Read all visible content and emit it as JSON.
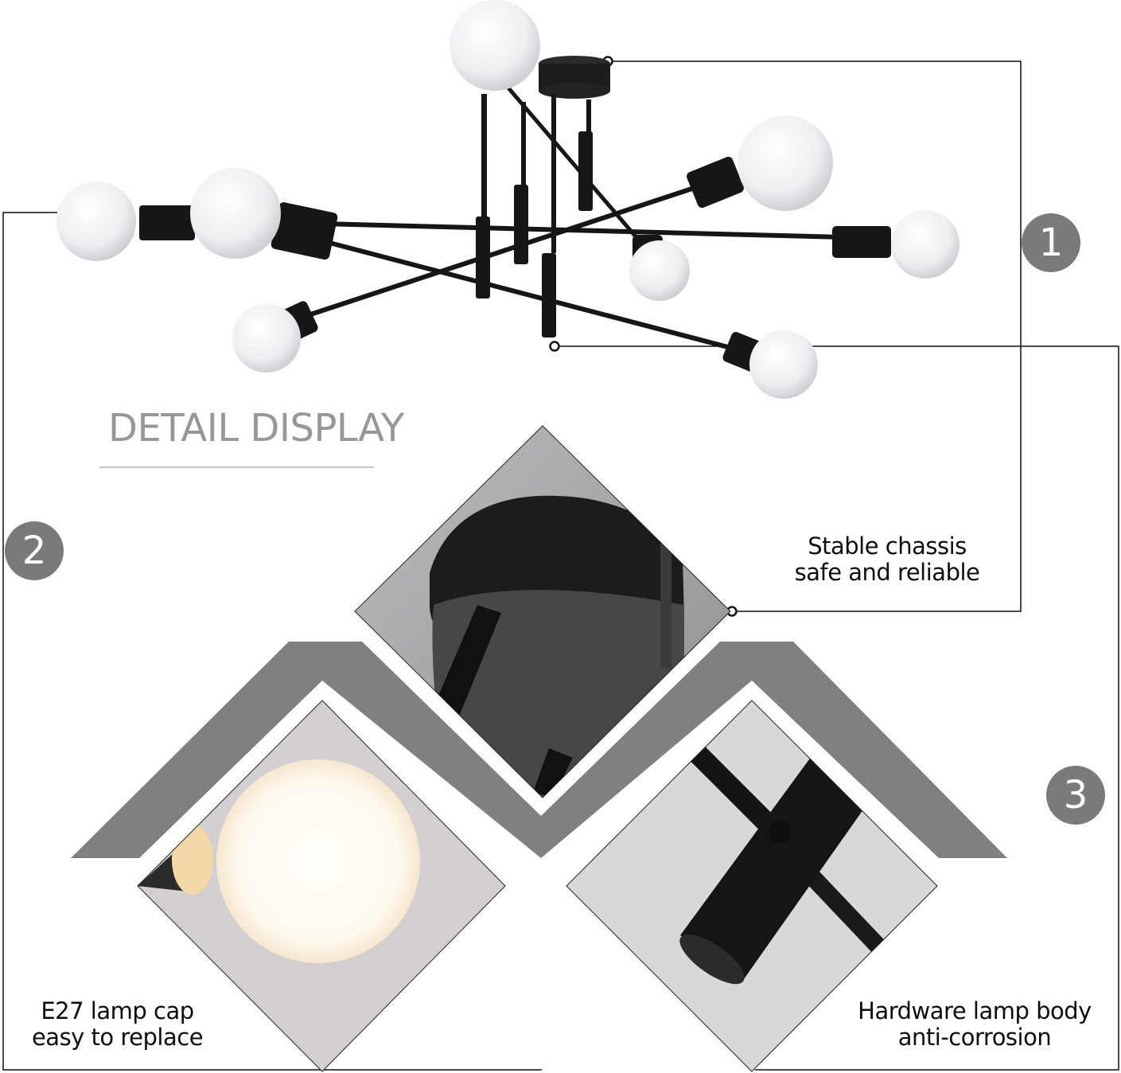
{
  "heading": {
    "title": "DETAIL DISPLAY"
  },
  "product": {
    "name": "ceiling-light-fixture",
    "bulb_count": 8,
    "colors": {
      "metal": "#1a1a1a",
      "bulb": "#f2f2f4",
      "accent_grey": "#808080",
      "badge": "#7a7a7a",
      "heading": "#979797"
    }
  },
  "callouts": [
    {
      "number": "1",
      "line1": "Stable chassis",
      "line2": "safe and reliable"
    },
    {
      "number": "2",
      "line1": "E27 lamp cap",
      "line2": "easy to replace"
    },
    {
      "number": "3",
      "line1": "Hardware lamp body",
      "line2": "anti-corrosion"
    }
  ]
}
